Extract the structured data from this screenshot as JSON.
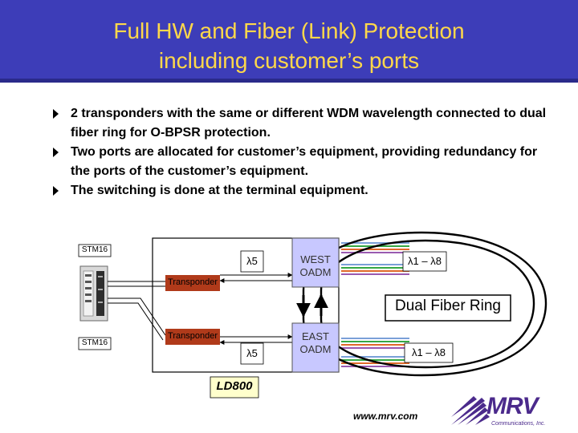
{
  "title": {
    "line1": "Full HW and Fiber (Link) Protection",
    "line2": "including customer’s ports"
  },
  "bullets": [
    "2 transponders with the same or different WDM wavelength connected to dual fiber ring for O-BPSR protection.",
    "Two ports are allocated for customer’s equipment, providing redundancy for the ports of the customer’s equipment.",
    "The switching is done at the terminal equipment."
  ],
  "diagram": {
    "stm_top": "STM16",
    "stm_bottom": "STM16",
    "transponder_top": "Transponder",
    "transponder_bottom": "Transponder",
    "lambda_top": "λ5",
    "lambda_bottom": "λ5",
    "west_oadm_line1": "WEST",
    "west_oadm_line2": "OADM",
    "east_oadm_line1": "EAST",
    "east_oadm_line2": "OADM",
    "range_top": "λ1 – λ8",
    "range_bottom": "λ1 – λ8",
    "ring_label": "Dual Fiber Ring",
    "device_label": "LD800"
  },
  "footer": {
    "website": "www.mrv.com",
    "logo_text": "MRV",
    "logo_subtext": "Communications, Inc."
  },
  "colors": {
    "header_bg": "#3d3db8",
    "title_text": "#ffd84a",
    "oadm_fill": "#c8c8ff",
    "transponder_fill": "#b03a1a",
    "label_fill": "#ffffcc",
    "logo_purple": "#4b2a8c"
  }
}
